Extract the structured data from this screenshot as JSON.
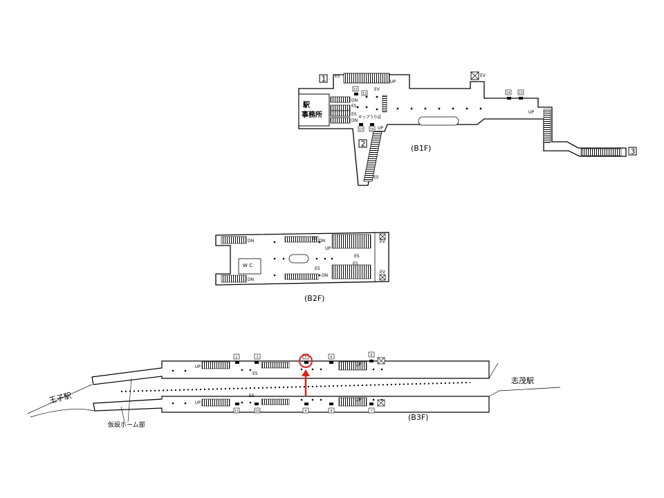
{
  "floors": {
    "b1": {
      "label": "(B1F)",
      "office_line1": "駅",
      "office_line2": "事務所",
      "ticket_gate": "キップうりば",
      "exits": [
        "1",
        "2",
        "3"
      ],
      "doors": [
        "11",
        "13",
        "14",
        "15",
        "17",
        "16"
      ],
      "es": "ES",
      "up": "UP",
      "dn": "DN",
      "ev": "EV"
    },
    "b2": {
      "label": "(B2F)",
      "es": "ES",
      "up": "UP",
      "dn": "DN",
      "ev": "EV",
      "wc": "W C"
    },
    "b3": {
      "label": "(B3F)",
      "doors_top": [
        "2",
        "3",
        "5",
        "6",
        "8"
      ],
      "doors_bottom": [
        "11",
        "10",
        "9",
        "8",
        "7"
      ],
      "es": "ES",
      "up": "UP",
      "station_left": "王子駅",
      "station_right": "志茂駅",
      "temp_platform": "仮設ホーム部"
    }
  },
  "highlight_color": "#e02020"
}
